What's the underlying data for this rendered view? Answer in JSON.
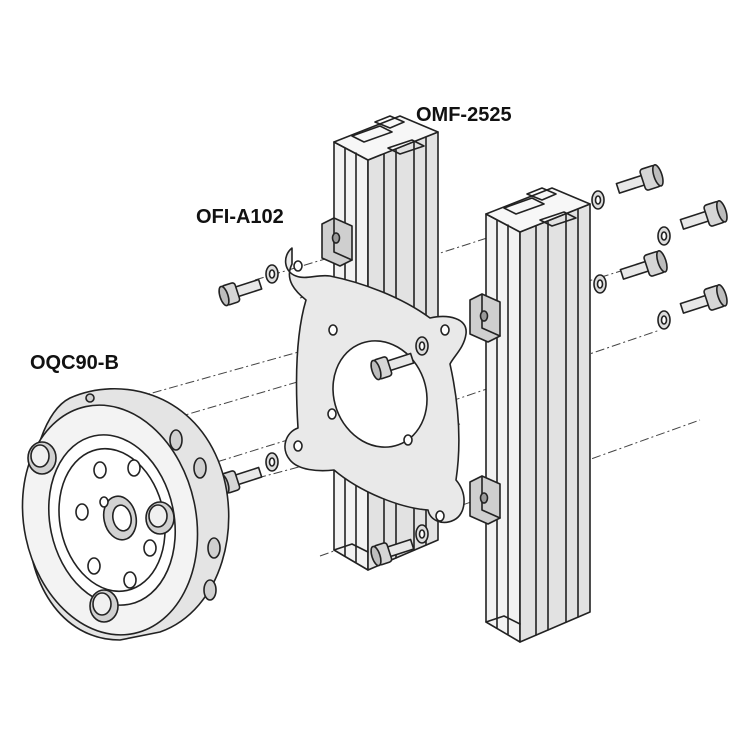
{
  "labels": {
    "profile_omf": "OMF-2525",
    "adapter_plate": "OFI-A102",
    "quick_changer": "OQC90-B"
  },
  "colors": {
    "line": "#222222",
    "plate_fill": "#e9e9e9",
    "metal_fill": "#dcdcdc",
    "background": "#ffffff"
  }
}
